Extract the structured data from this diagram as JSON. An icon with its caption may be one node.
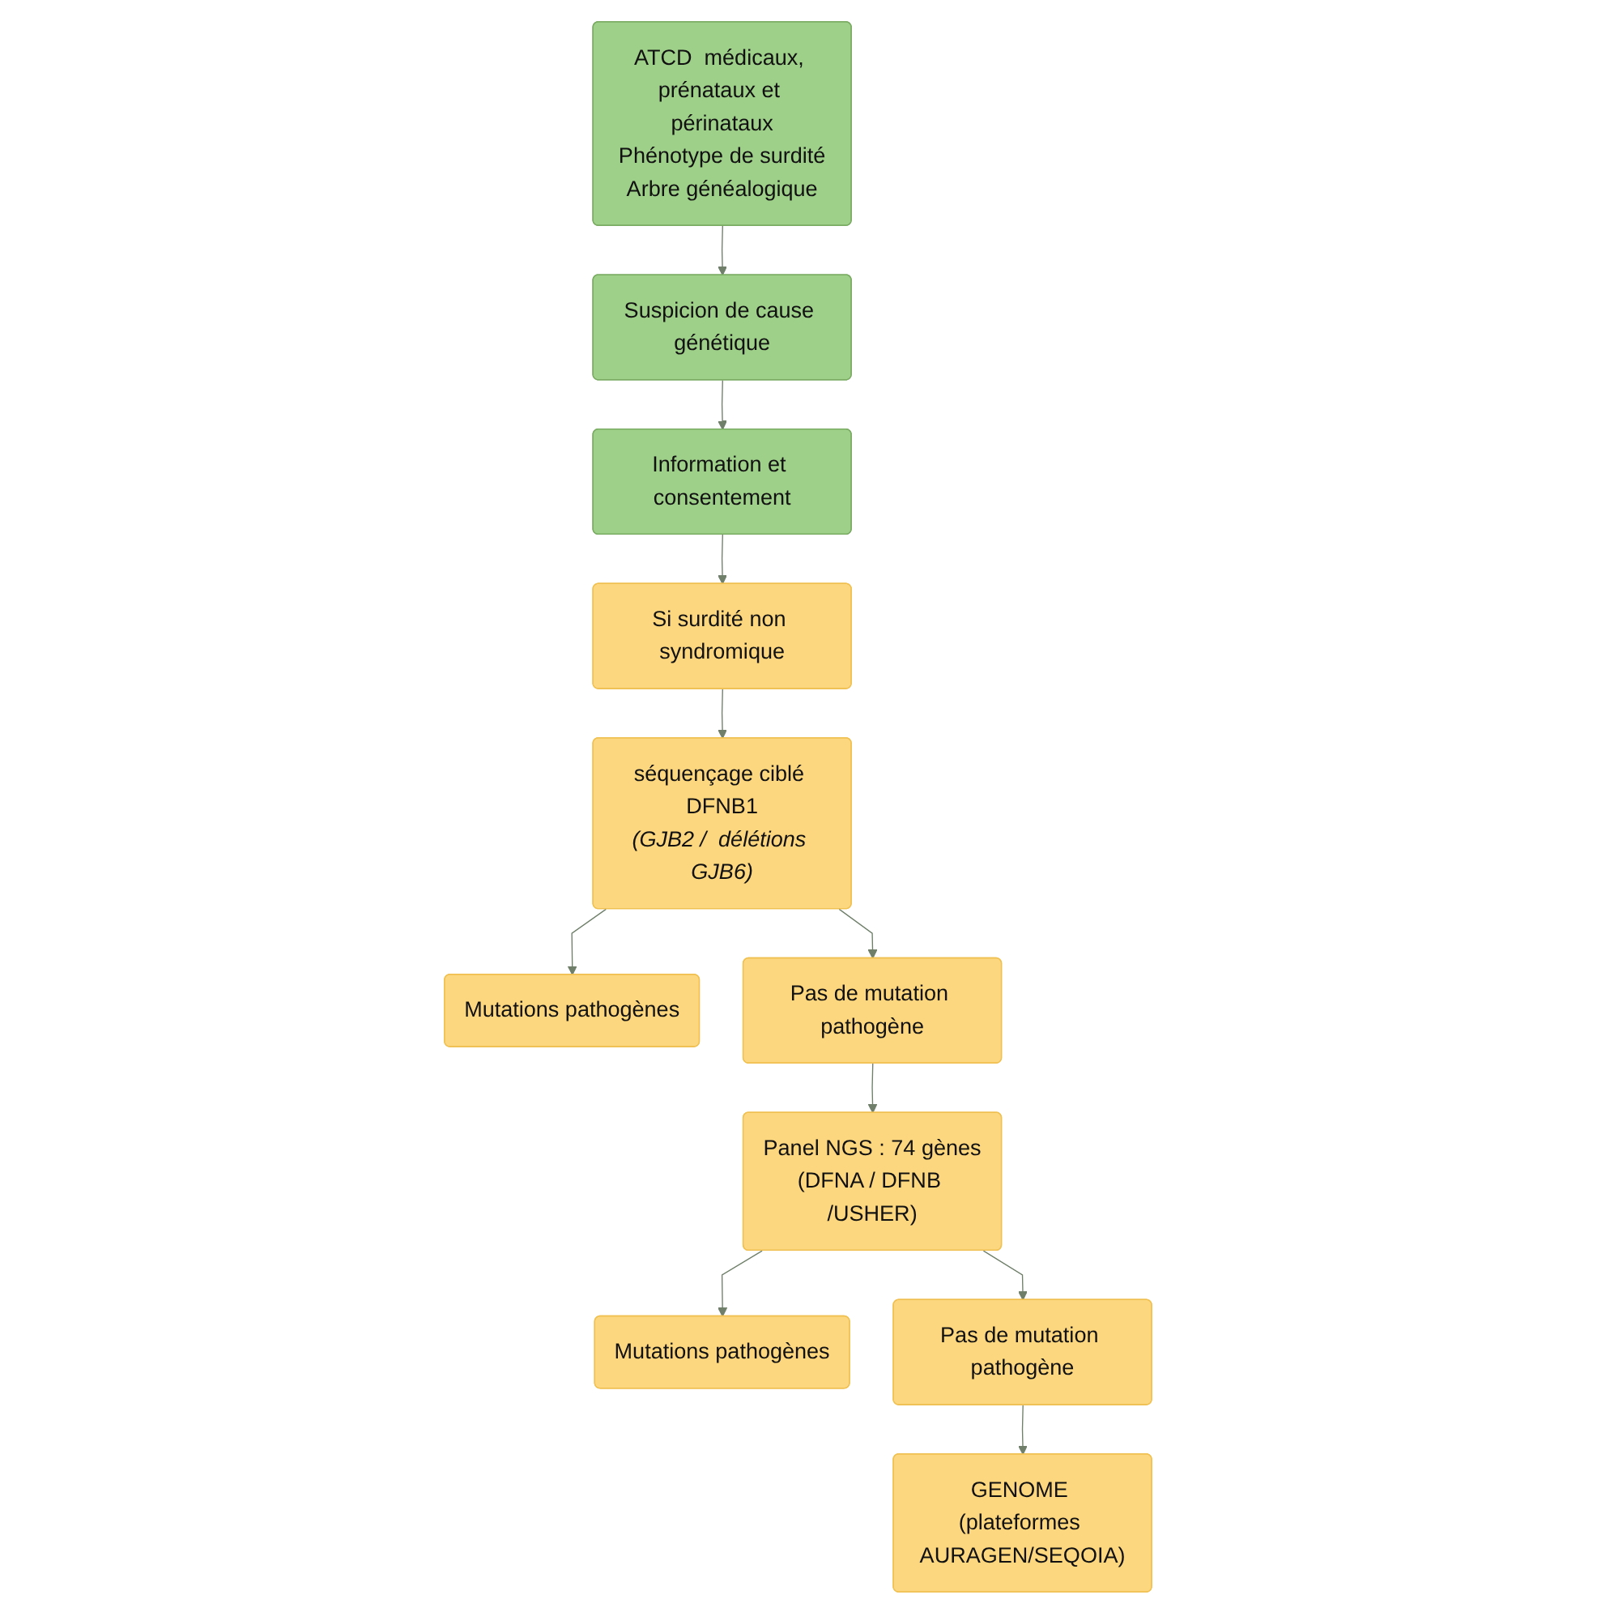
{
  "diagram": {
    "nodes": [
      {
        "text": [
          "ATCD  médicaux, prénataux et périnataux",
          "Phénotype de surdité",
          "Arbre généalogique"
        ]
      },
      {
        "text": [
          "Suspicion de cause génétique"
        ]
      },
      {
        "text": [
          "Information et consentement"
        ]
      },
      {
        "text": [
          "Si surdité non syndromique"
        ]
      },
      {
        "text": [
          "séquençage ciblé DFNB1",
          "(GJB2 /  délétions GJB6)"
        ]
      },
      {
        "text": [
          "Mutations pathogènes"
        ]
      },
      {
        "text": [
          "Pas de mutation pathogène"
        ]
      },
      {
        "text": [
          "Panel NGS : 74 gènes",
          "(DFNA / DFNB /USHER)"
        ]
      },
      {
        "text": [
          "Mutations pathogènes"
        ]
      },
      {
        "text": [
          "Pas de mutation pathogène"
        ]
      },
      {
        "text": [
          "GENOME (plateformes AURAGEN/SEQOIA)"
        ]
      }
    ],
    "edges": [
      {
        "from": 0,
        "to": 1,
        "arrow": "to"
      },
      {
        "from": 1,
        "to": 2,
        "arrow": "to"
      },
      {
        "from": 2,
        "to": 3,
        "arrow": "to"
      },
      {
        "from": 3,
        "to": 4,
        "arrow": "to"
      },
      {
        "from": 4,
        "to": 5,
        "arrow": "to"
      },
      {
        "from": 4,
        "to": 6,
        "arrow": "to"
      },
      {
        "from": 6,
        "to": 7,
        "arrow": "to"
      },
      {
        "from": 7,
        "to": 8,
        "arrow": "to"
      },
      {
        "from": 7,
        "to": 9,
        "arrow": "to"
      },
      {
        "from": 9,
        "to": 10,
        "arrow": "to"
      }
    ]
  }
}
